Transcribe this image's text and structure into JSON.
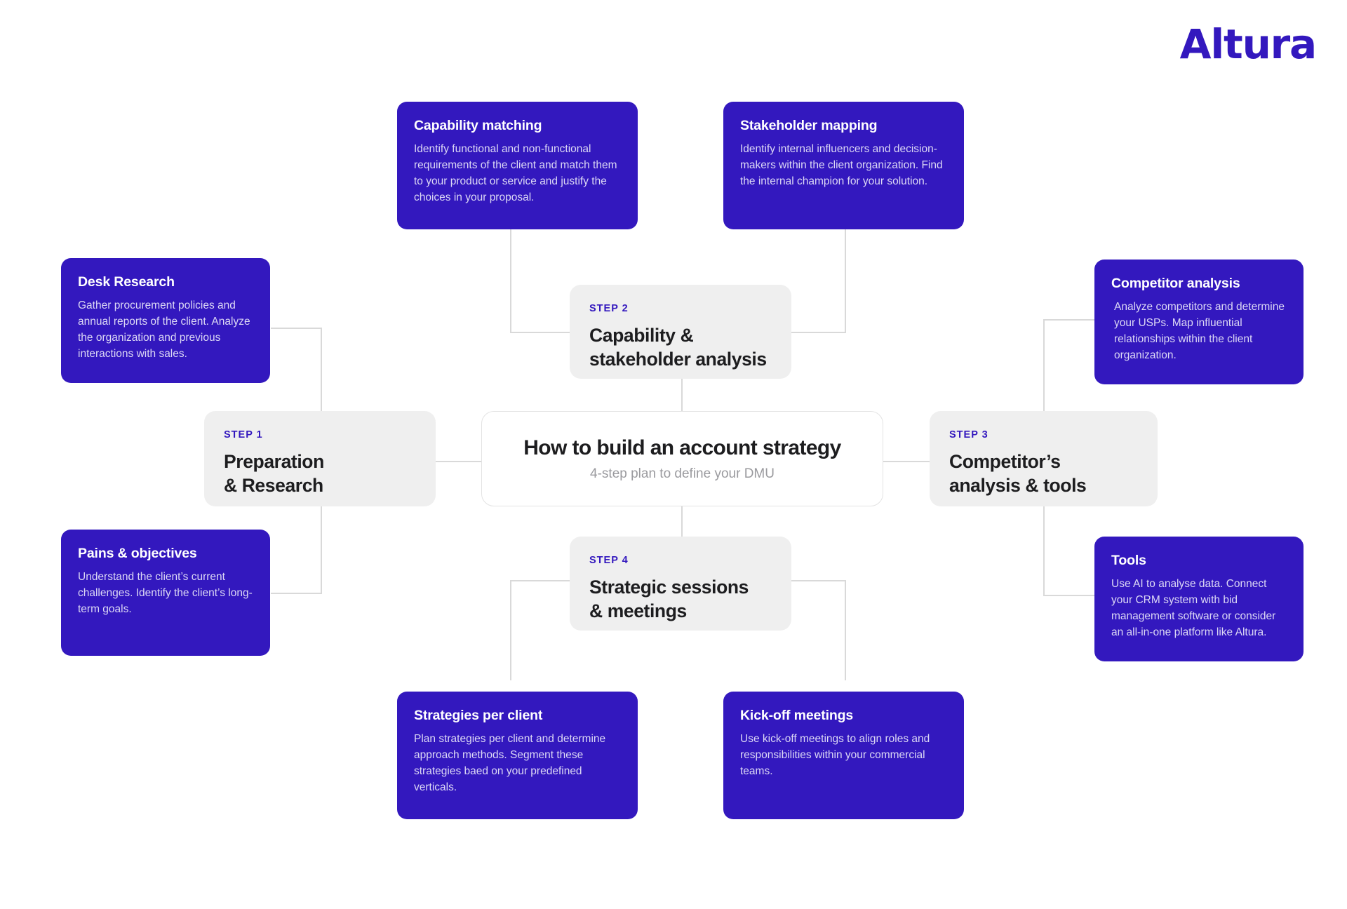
{
  "brand": {
    "logo_text": "Altura",
    "accent_color": "#3318be",
    "card_bg": "#3318be",
    "step_bg": "#efefef",
    "connector_color": "#d9d9d9"
  },
  "center": {
    "title": "How to build an account strategy",
    "subtitle": "4-step plan to define your DMU"
  },
  "steps": [
    {
      "kicker": "STEP 1",
      "title": "Preparation\n& Research"
    },
    {
      "kicker": "STEP 2",
      "title": "Capability &\nstakeholder analysis"
    },
    {
      "kicker": "STEP 3",
      "title": "Competitor’s\nanalysis & tools"
    },
    {
      "kicker": "STEP 4",
      "title": "Strategic sessions\n& meetings"
    }
  ],
  "cards": [
    {
      "title": "Desk Research",
      "body": "Gather procurement policies and annual reports of the client. Analyze the organization and previous interactions with sales."
    },
    {
      "title": "Pains & objectives",
      "body": "Understand the client’s current challenges. Identify the client’s long-term goals."
    },
    {
      "title": "Capability matching",
      "body": "Identify functional and non-functional requirements of the client and match them to your product or service and justify the choices in your proposal."
    },
    {
      "title": "Stakeholder mapping",
      "body": "Identify internal influencers and decision-makers within the client organization. Find the internal champion for your solution."
    },
    {
      "title": "Competitor analysis",
      "body": "Analyze competitors and determine your USPs. Map influential relationships within the client organization."
    },
    {
      "title": "Tools",
      "body": "Use AI to analyse data. Connect your CRM system with bid management software or consider an all-in-one platform like Altura."
    },
    {
      "title": "Strategies per client",
      "body": "Plan strategies per client and determine approach methods. Segment these strategies baed on your predefined verticals."
    },
    {
      "title": "Kick-off meetings",
      "body": "Use kick-off meetings to align roles and responsibilities within your commercial teams."
    }
  ]
}
